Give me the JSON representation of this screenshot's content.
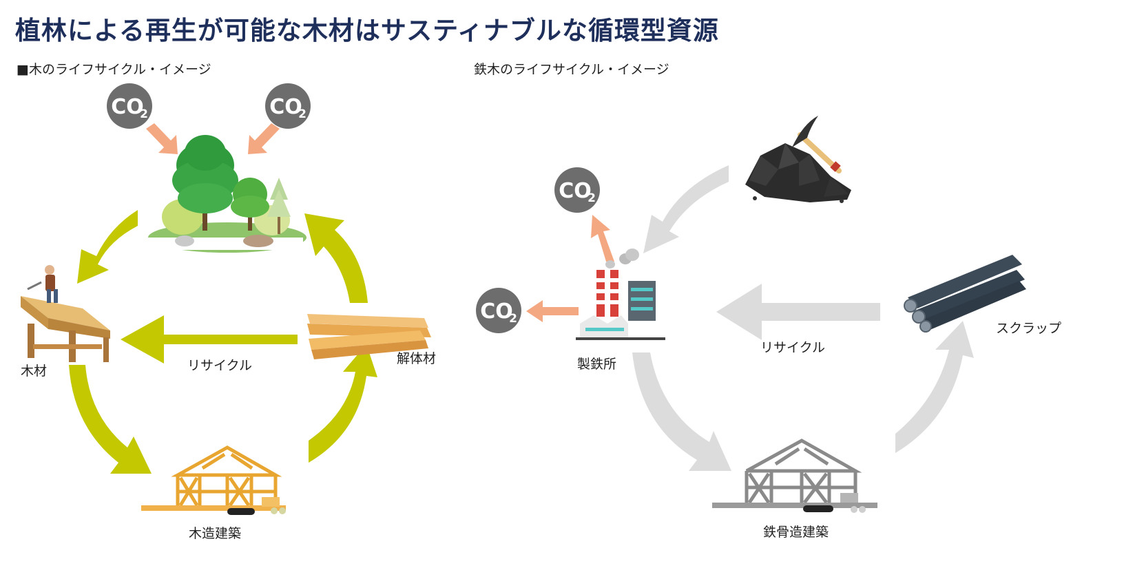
{
  "title": "植林による再生が可能な木材はサスティナブルな循環型資源",
  "left": {
    "heading": "■木のライフサイクル・イメージ",
    "labels": {
      "wood": "木材",
      "recycle": "リサイクル",
      "dismantled": "解体材",
      "building": "木造建築"
    }
  },
  "right": {
    "heading": "鉄木のライフサイクル・イメージ",
    "labels": {
      "steelworks": "製鉄所",
      "recycle": "リサイクル",
      "scrap": "スクラップ",
      "building": "鉄骨造建築"
    }
  },
  "co2": {
    "main": "CO",
    "sub": "2"
  },
  "colors": {
    "title": "#1e2f5c",
    "left_arrow": "#c3c800",
    "right_arrow": "#dcdcdc",
    "co2_arrow": "#f4a882",
    "co2_circle": "#6d6d6d"
  }
}
